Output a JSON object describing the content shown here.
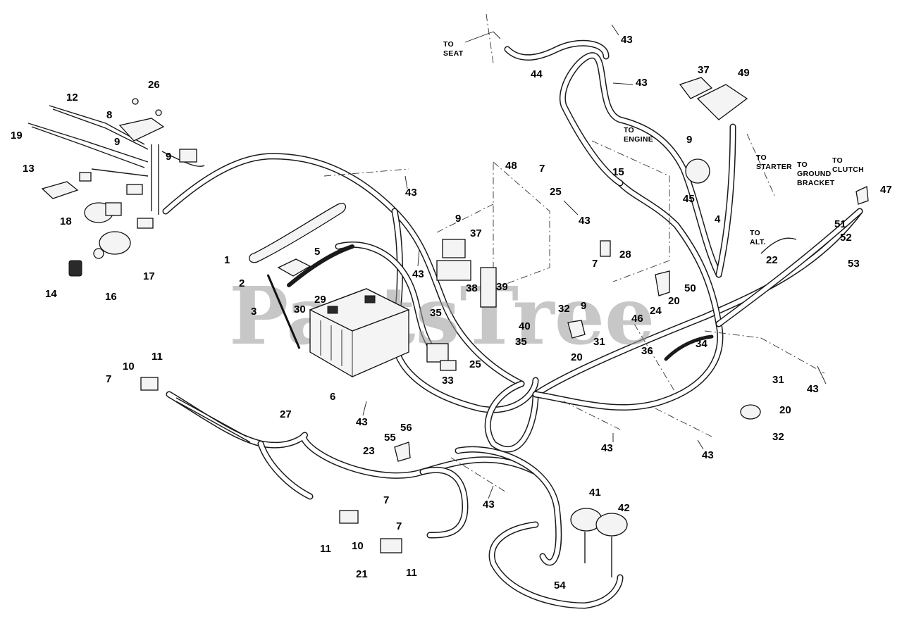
{
  "watermark": "PartsTree",
  "notes": {
    "to_seat_line1": "TO",
    "to_seat_line2": "SEAT",
    "to_engine_line1": "TO",
    "to_engine_line2": "ENGINE",
    "to_starter_line1": "TO",
    "to_starter_line2": "STARTER",
    "to_ground_line1": "TO",
    "to_ground_line2": "GROUND",
    "to_ground_line3": "BRACKET",
    "to_clutch_line1": "TO",
    "to_clutch_line2": "CLUTCH",
    "to_alt_line1": "TO",
    "to_alt_line2": "ALT."
  },
  "callouts": {
    "c1": "1",
    "c2": "2",
    "c3": "3",
    "c4": "4",
    "c5": "5",
    "c6": "6",
    "c7a": "7",
    "c7b": "7",
    "c7c": "7",
    "c7d": "7",
    "c7e": "7",
    "c8": "8",
    "c9a": "9",
    "c9b": "9",
    "c9c": "9",
    "c9d": "9",
    "c9e": "9",
    "c10a": "10",
    "c10b": "10",
    "c11a": "11",
    "c11b": "11",
    "c11c": "11",
    "c12": "12",
    "c13": "13",
    "c14": "14",
    "c15": "15",
    "c16": "16",
    "c17": "17",
    "c18": "18",
    "c19": "19",
    "c20a": "20",
    "c20b": "20",
    "c20c": "20",
    "c21": "21",
    "c22": "22",
    "c23": "23",
    "c24": "24",
    "c25a": "25",
    "c25b": "25",
    "c26": "26",
    "c27": "27",
    "c28": "28",
    "c29": "29",
    "c30": "30",
    "c31a": "31",
    "c31b": "31",
    "c32a": "32",
    "c32b": "32",
    "c33": "33",
    "c34": "34",
    "c35a": "35",
    "c35b": "35",
    "c36": "36",
    "c37a": "37",
    "c37b": "37",
    "c38": "38",
    "c39": "39",
    "c40": "40",
    "c41": "41",
    "c42": "42",
    "c43a": "43",
    "c43b": "43",
    "c43c": "43",
    "c43d": "43",
    "c43e": "43",
    "c43f": "43",
    "c43g": "43",
    "c43h": "43",
    "c43i": "43",
    "c44": "44",
    "c45": "45",
    "c46": "46",
    "c47": "47",
    "c48": "48",
    "c49": "49",
    "c50": "50",
    "c51": "51",
    "c52": "52",
    "c53": "53",
    "c54": "54",
    "c55": "55",
    "c56": "56"
  }
}
